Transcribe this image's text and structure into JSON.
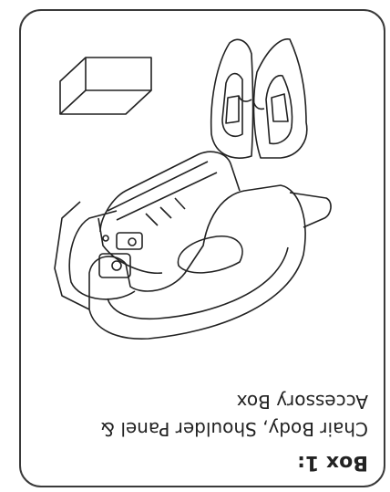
{
  "box": {
    "heading": "Box 1:",
    "description": "Chair Body, Shoulder Panel & Accessory Box"
  },
  "illustrations": [
    "chair-body",
    "shoulder-panels",
    "accessory-box"
  ],
  "colors": {
    "ink": "#222222",
    "border": "#3a3a3a"
  }
}
